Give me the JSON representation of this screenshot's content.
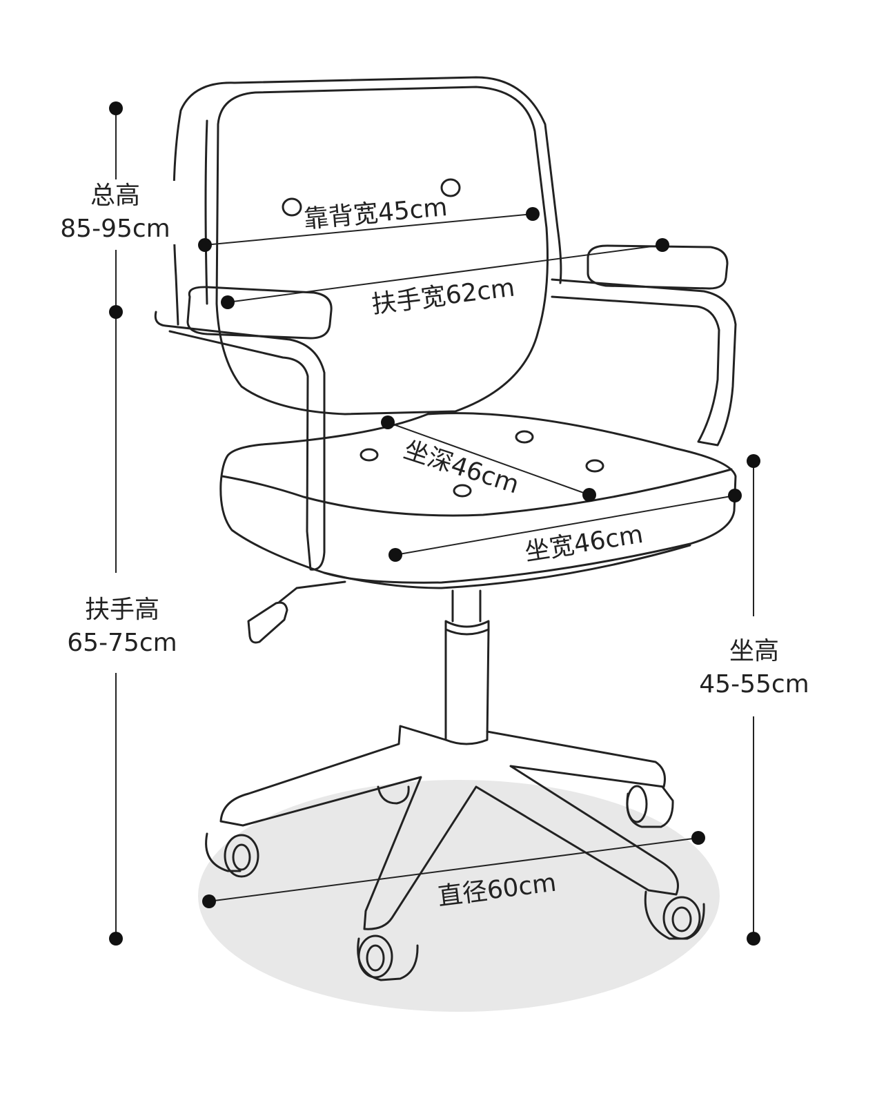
{
  "colors": {
    "line": "#222222",
    "dot": "#111111",
    "floor_shadow": "#e6e6e6"
  },
  "dimensions": {
    "total_height": {
      "label": "总高",
      "value": "85-95cm"
    },
    "arm_height": {
      "label": "扶手高",
      "value": "65-75cm"
    },
    "seat_height": {
      "label": "坐高",
      "value": "45-55cm"
    },
    "back_width": {
      "text": "靠背宽45cm"
    },
    "arm_width": {
      "text": "扶手宽62cm"
    },
    "seat_depth": {
      "text": "坐深46cm"
    },
    "seat_width": {
      "text": "坐宽46cm"
    },
    "base_diameter": {
      "text": "直径60cm"
    }
  }
}
